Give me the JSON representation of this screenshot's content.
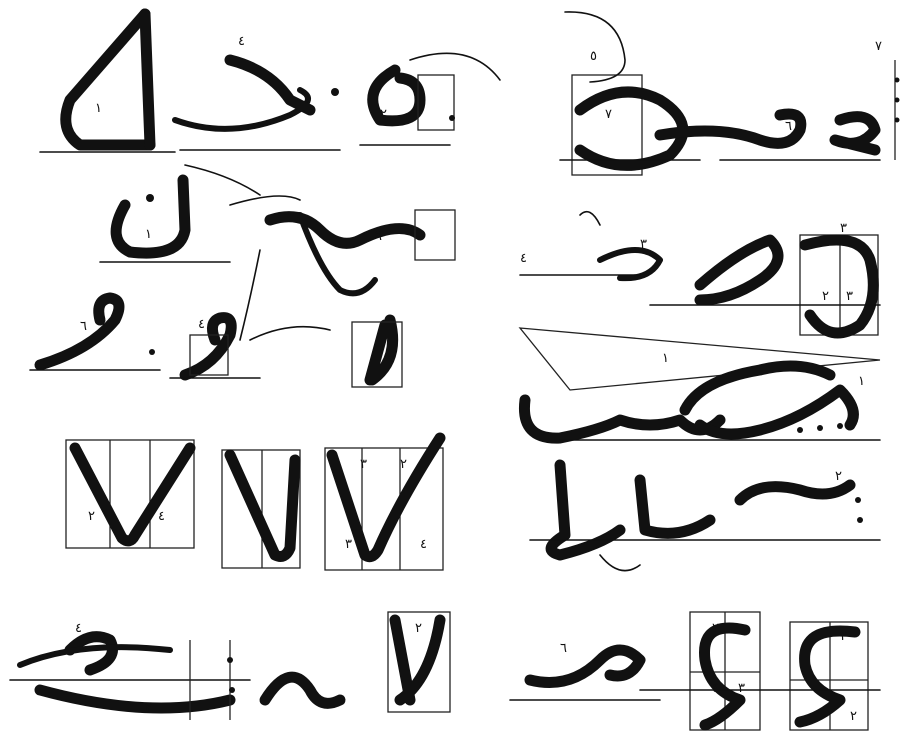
{
  "plate": {
    "ink_color": "#111111",
    "paper_color": "#ffffff",
    "stroke_numbers": [
      "١",
      "٢",
      "٣",
      "٤",
      "٥",
      "٦",
      "٧"
    ]
  }
}
